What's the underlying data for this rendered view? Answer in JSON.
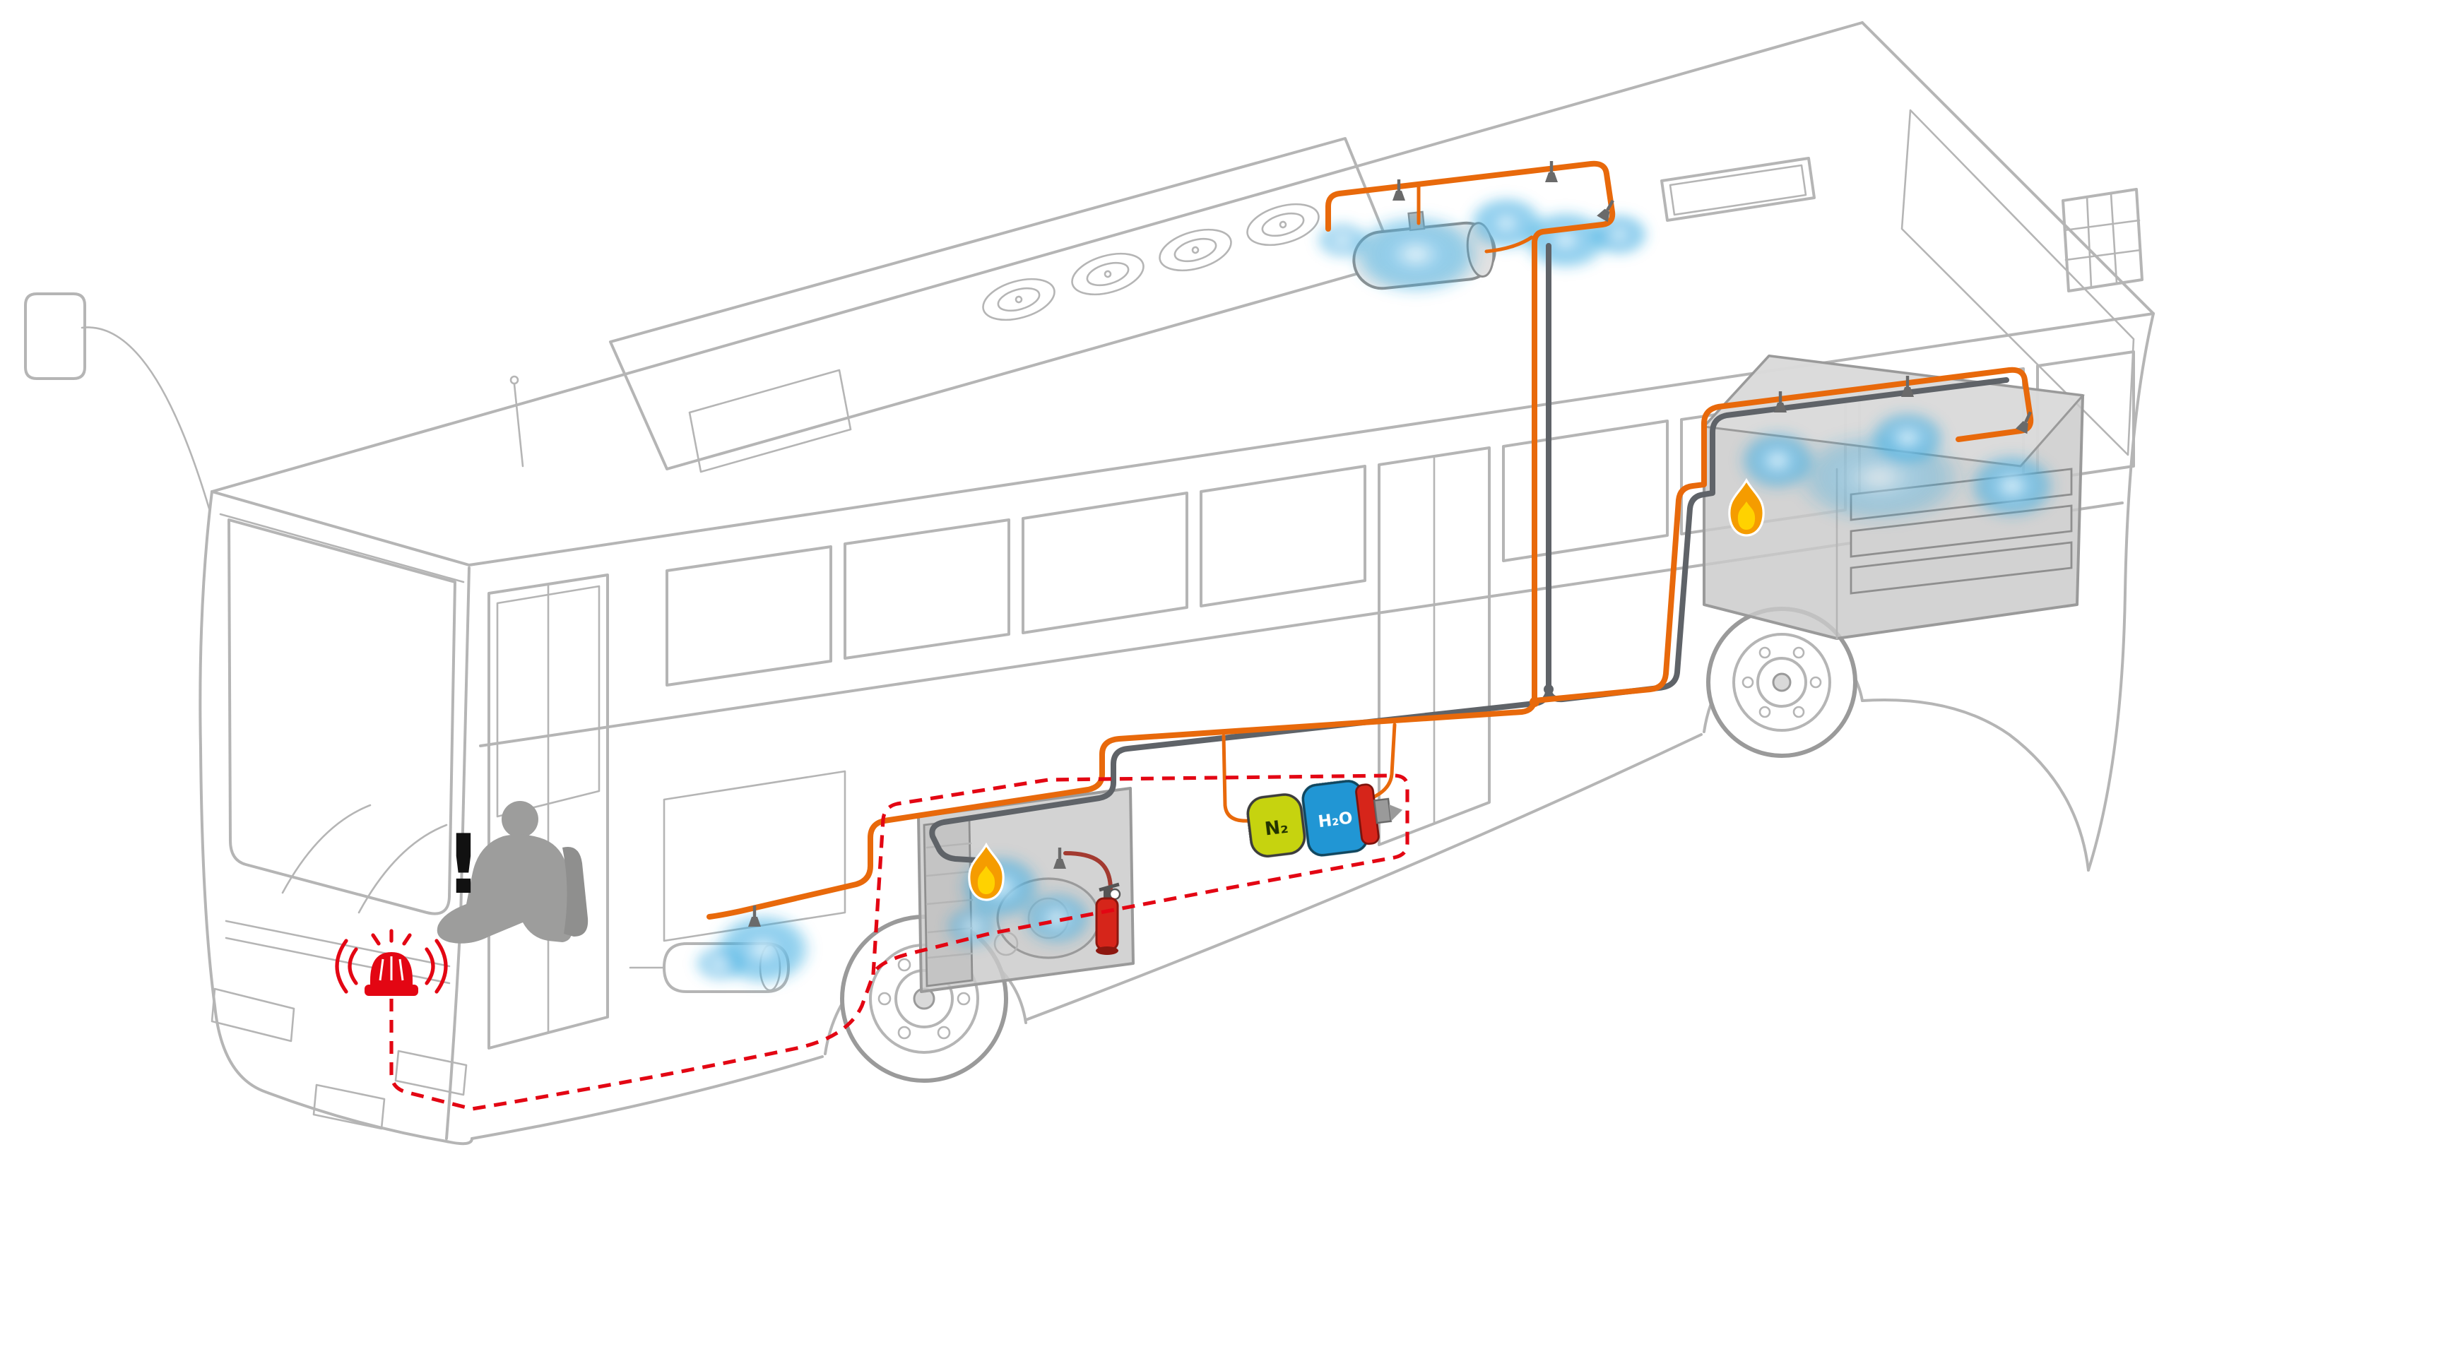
{
  "diagram": {
    "name": "bus-fire-suppression-system",
    "labels": {
      "n2": "N₂",
      "h2o": "H₂O",
      "alert": "!"
    },
    "icons": [
      {
        "name": "alarm-siren-icon",
        "glyph": "🚨"
      },
      {
        "name": "flame-icon",
        "glyph": "🔥"
      },
      {
        "name": "fire-extinguisher-icon",
        "glyph": "🧯"
      },
      {
        "name": "spray-nozzle-icon",
        "glyph": "▼"
      }
    ],
    "components": [
      "roof-agent-tank",
      "roof-nozzle-loop",
      "battery-compartment-nozzles",
      "engine-compartment-nozzles",
      "front-axle-nozzle",
      "n2-h2o-cylinder-unit",
      "detection-loop",
      "driver-alarm"
    ],
    "colors": {
      "outline": "#b5b5b5",
      "outline_dark": "#9a9a9a",
      "pipe_orange": "#e8690b",
      "pipe_gray": "#5f6368",
      "detection_red": "#e30613",
      "mist_blue": "#2fa8df",
      "mist_light": "#cdeefb",
      "n2_green": "#c6d30f",
      "h2o_blue": "#2196d4",
      "cap_red": "#d6251a",
      "flame_orange": "#f59c00",
      "flame_yellow": "#ffd200",
      "driver_gray": "#9d9d9c",
      "compartment_gray": "#c9c9c9"
    }
  }
}
